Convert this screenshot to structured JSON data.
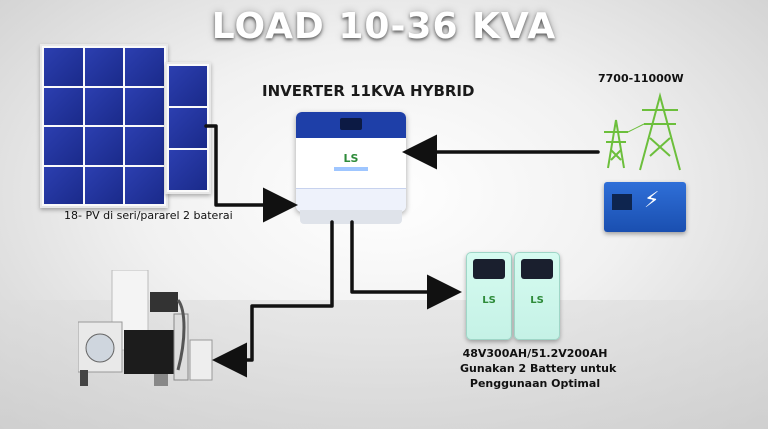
{
  "title": "LOAD 10-36 KVA",
  "inverter": {
    "label": "INVERTER 11KVA HYBRID",
    "logo": "LS"
  },
  "grid": {
    "label": "7700-11000W"
  },
  "pv": {
    "label": "18- PV di seri/pararel 2 baterai"
  },
  "battery": {
    "logo": "LS",
    "lines": [
      "48V300AH/51.2V200AH",
      "Gunakan 2 Battery untuk",
      "Penggunaan Optimal"
    ]
  },
  "colors": {
    "arrow": "#111111",
    "panel": "#1f33a0",
    "inverter_band": "#1e3fa8",
    "battery": "#c9f4e8",
    "genset": "#2a64cc"
  },
  "icons": [
    "solar-panel-icon",
    "inverter-icon",
    "power-tower-icon",
    "generator-icon",
    "battery-icon",
    "appliances-icon"
  ]
}
